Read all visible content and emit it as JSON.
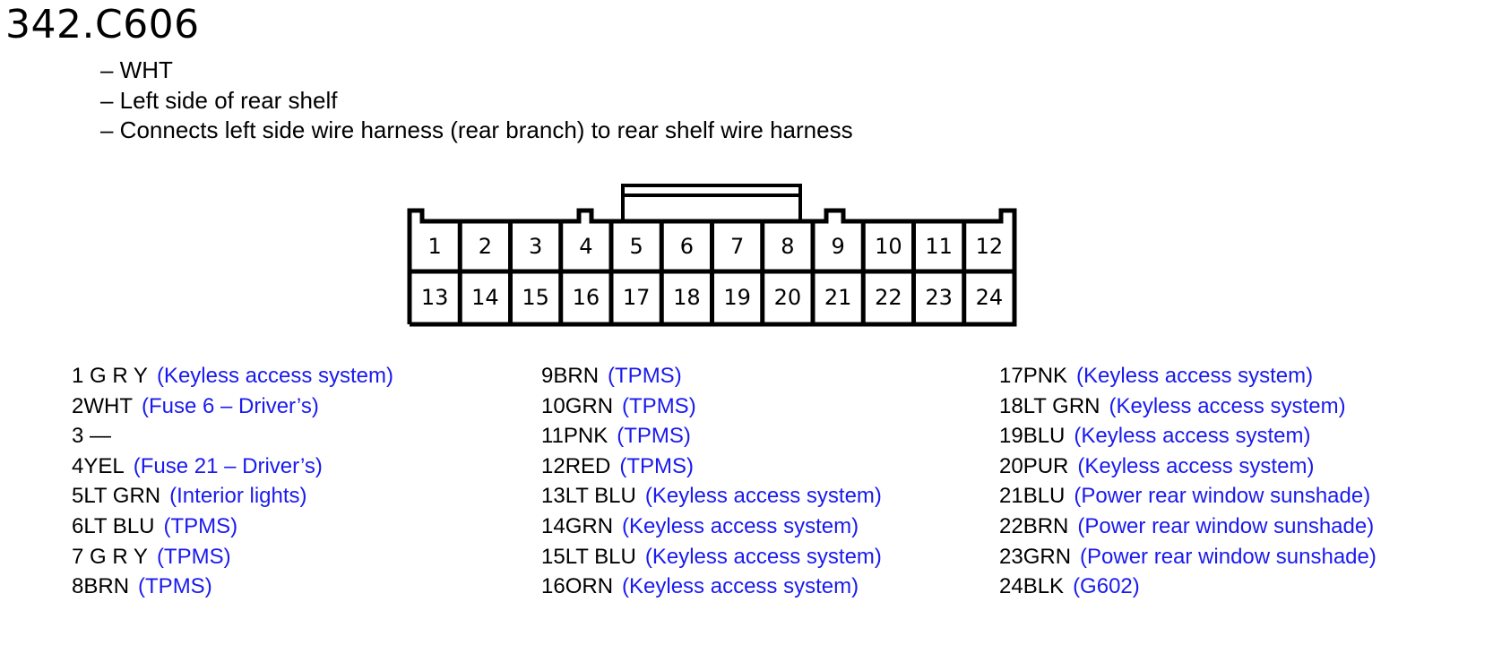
{
  "title": "342.C606",
  "description": [
    "– WHT",
    "– Left side of rear shelf",
    "– Connects left side wire harness (rear branch) to rear shelf wire harness"
  ],
  "colors": {
    "text": "#000000",
    "circuit": "#1a1aee",
    "connector_stroke": "#000000"
  },
  "connector": {
    "top_row": [
      "1",
      "2",
      "3",
      "4",
      "5",
      "6",
      "7",
      "8",
      "9",
      "10",
      "11",
      "12"
    ],
    "bottom_row": [
      "13",
      "14",
      "15",
      "16",
      "17",
      "18",
      "19",
      "20",
      "21",
      "22",
      "23",
      "24"
    ]
  },
  "pins": [
    [
      {
        "wire": "1 G R Y",
        "circuit": "(Keyless access system)"
      },
      {
        "wire": "2WHT",
        "circuit": "(Fuse 6 – Driver’s)"
      },
      {
        "wire": "3 —",
        "circuit": ""
      },
      {
        "wire": "4YEL",
        "circuit": "(Fuse 21 – Driver’s)"
      },
      {
        "wire": "5LT GRN",
        "circuit": "(Interior lights)"
      },
      {
        "wire": "6LT BLU",
        "circuit": "(TPMS)"
      },
      {
        "wire": "7 G R Y",
        "circuit": "(TPMS)"
      },
      {
        "wire": "8BRN",
        "circuit": "(TPMS)"
      }
    ],
    [
      {
        "wire": "9BRN",
        "circuit": "(TPMS)"
      },
      {
        "wire": "10GRN",
        "circuit": "(TPMS)"
      },
      {
        "wire": "11PNK",
        "circuit": "(TPMS)"
      },
      {
        "wire": "12RED",
        "circuit": "(TPMS)"
      },
      {
        "wire": "13LT BLU",
        "circuit": "(Keyless access system)"
      },
      {
        "wire": "14GRN",
        "circuit": "(Keyless access system)"
      },
      {
        "wire": "15LT BLU",
        "circuit": "(Keyless access system)"
      },
      {
        "wire": "16ORN",
        "circuit": "(Keyless access system)"
      }
    ],
    [
      {
        "wire": "17PNK",
        "circuit": "(Keyless access system)"
      },
      {
        "wire": "18LT GRN",
        "circuit": "(Keyless access system)"
      },
      {
        "wire": "19BLU",
        "circuit": "(Keyless access system)"
      },
      {
        "wire": "20PUR",
        "circuit": "(Keyless access system)"
      },
      {
        "wire": "21BLU",
        "circuit": "(Power rear window sunshade)"
      },
      {
        "wire": "22BRN",
        "circuit": "(Power rear window sunshade)"
      },
      {
        "wire": "23GRN",
        "circuit": "(Power rear window sunshade)"
      },
      {
        "wire": "24BLK",
        "circuit": "(G602)"
      }
    ]
  ]
}
